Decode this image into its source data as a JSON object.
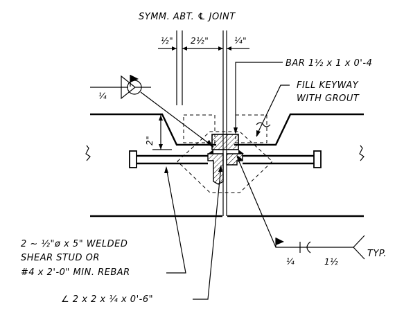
{
  "title": "SYMM. ABT. ℄ JOINT",
  "dims": {
    "left_gap": "½\"",
    "center": "2½\"",
    "right_gap": "¼\"",
    "depth": "2\""
  },
  "callouts": {
    "bar": "BAR 1½ x 1 x 0'-4",
    "grout_1": "FILL KEYWAY",
    "grout_2": "WITH GROUT",
    "stud_1": "2 ~ ½\"ø x 5\" WELDED",
    "stud_2": "SHEAR STUD OR",
    "stud_3": "#4 x 2'-0\" MIN. REBAR",
    "angle": "∠ 2 x 2 x ¼ x 0'-6\""
  },
  "welds": {
    "left_size": "¼",
    "right_size": "¼",
    "right_length": "1½",
    "right_tail": "TYP."
  }
}
